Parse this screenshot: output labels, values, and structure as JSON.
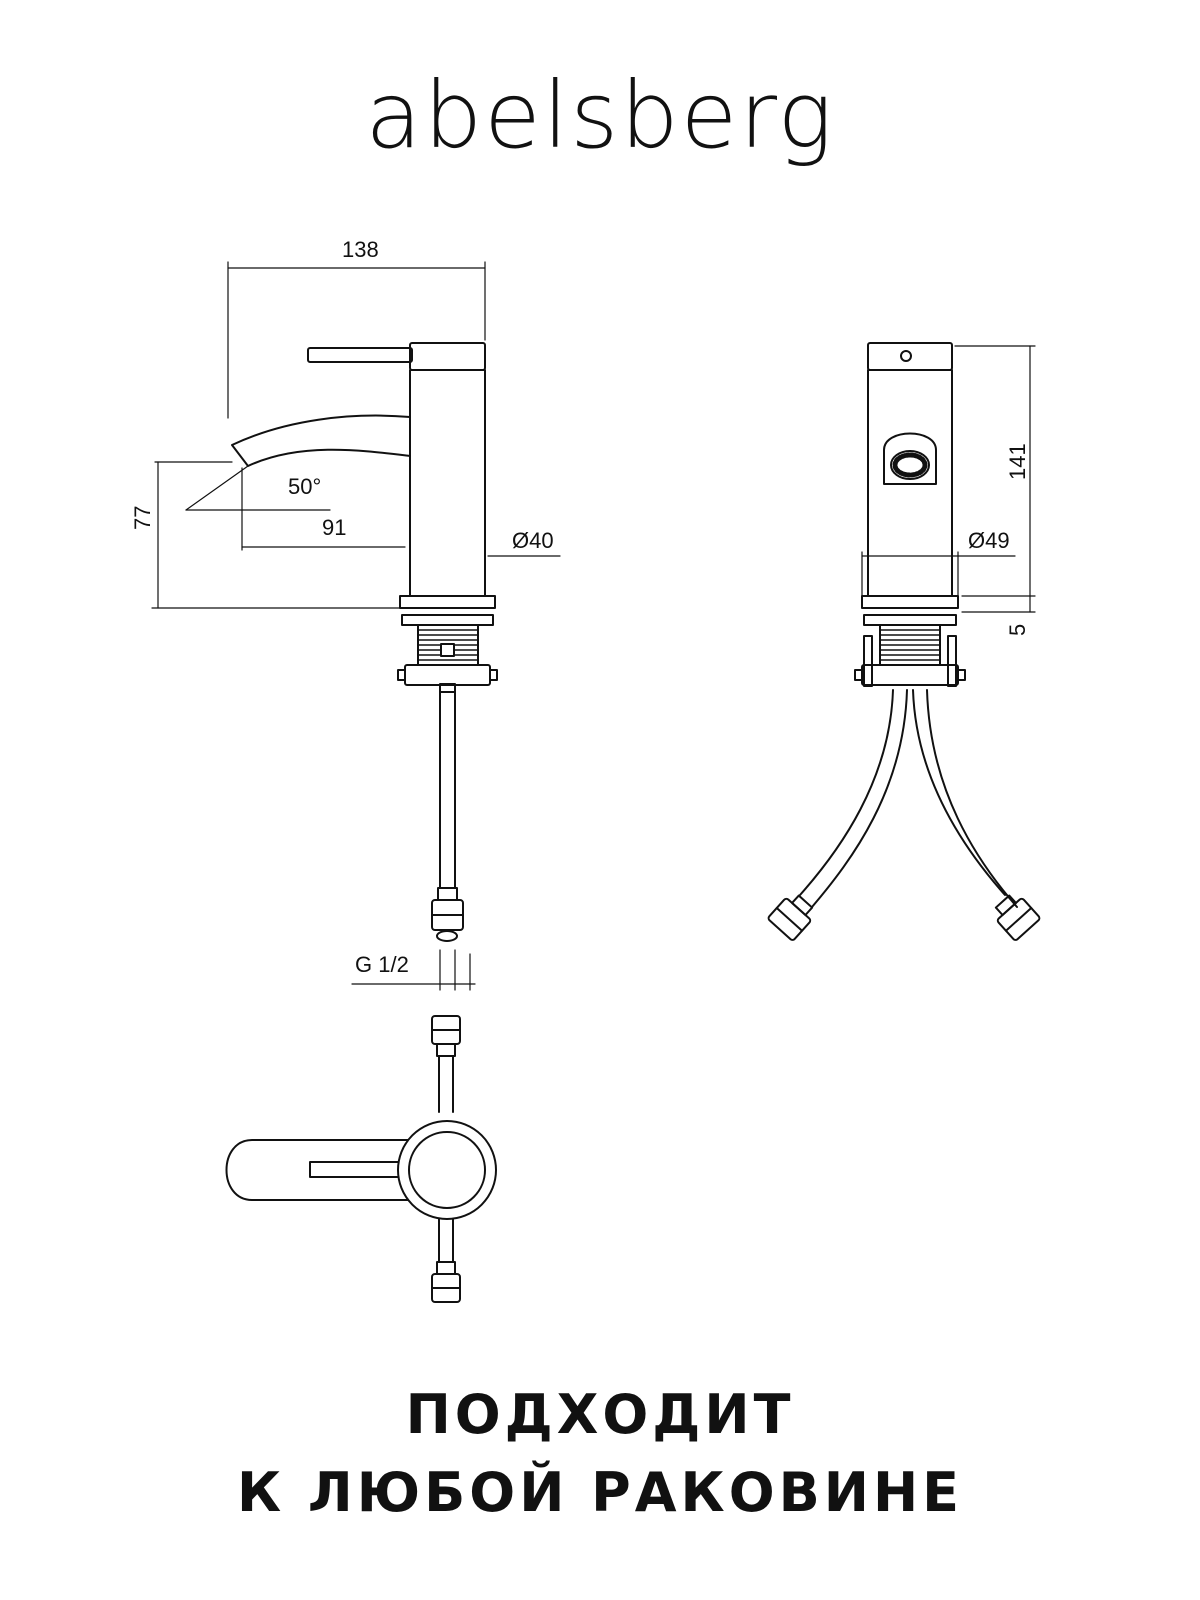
{
  "brand": {
    "name": "abelsberg"
  },
  "dimensions": {
    "width_total": "138",
    "height_spout": "77",
    "angle": "50°",
    "reach": "91",
    "diameter_body": "Ø40",
    "height_body": "141",
    "diameter_base": "Ø49",
    "height_base": "5",
    "thread": "G 1/2"
  },
  "caption": {
    "line1": "ПОДХОДИТ",
    "line2": "К ЛЮБОЙ РАКОВИНЕ"
  }
}
